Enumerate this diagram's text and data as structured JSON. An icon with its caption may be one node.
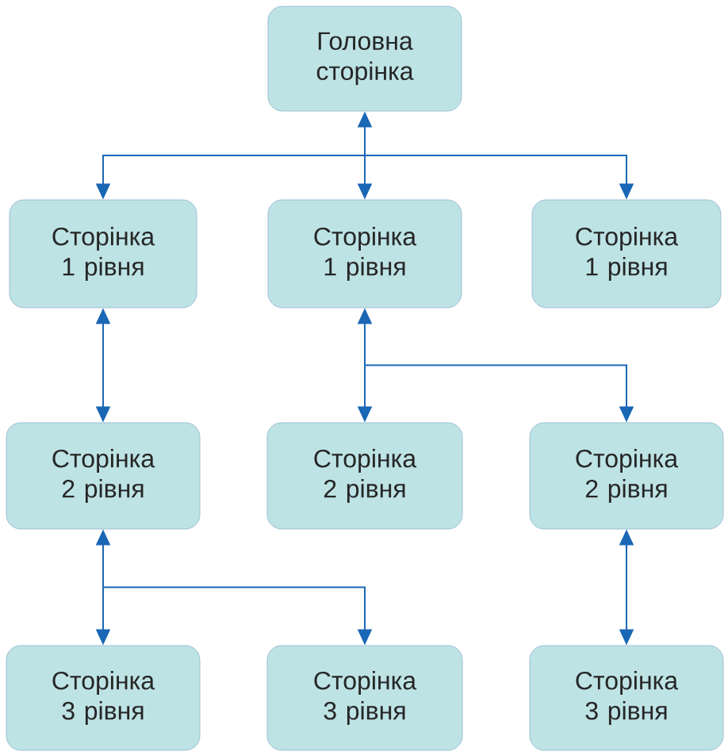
{
  "diagram": {
    "nodes": [
      {
        "text": [
          "Головна сторінка"
        ]
      },
      {
        "text": [
          "Сторінка 1 рівня"
        ]
      },
      {
        "text": [
          "Сторінка 1 рівня"
        ]
      },
      {
        "text": [
          "Сторінка 1 рівня"
        ]
      },
      {
        "text": [
          "Сторінка 2 рівня"
        ]
      },
      {
        "text": [
          "Сторінка 2 рівня"
        ]
      },
      {
        "text": [
          "Сторінка 2 рівня"
        ]
      },
      {
        "text": [
          "Сторінка 3 рівня"
        ]
      },
      {
        "text": [
          "Сторінка 3 рівня"
        ]
      },
      {
        "text": [
          "Сторінка 3 рівня"
        ]
      }
    ],
    "edges": [
      {
        "from": 0,
        "to": 1,
        "arrow": "both"
      },
      {
        "from": 0,
        "to": 2,
        "arrow": "both"
      },
      {
        "from": 0,
        "to": 3,
        "arrow": "both"
      },
      {
        "from": 1,
        "to": 4,
        "arrow": "both"
      },
      {
        "from": 2,
        "to": 5,
        "arrow": "both"
      },
      {
        "from": 2,
        "to": 6,
        "arrow": "both"
      },
      {
        "from": 4,
        "to": 7,
        "arrow": "both"
      },
      {
        "from": 4,
        "to": 8,
        "arrow": "both"
      },
      {
        "from": 6,
        "to": 9,
        "arrow": "both"
      }
    ]
  }
}
